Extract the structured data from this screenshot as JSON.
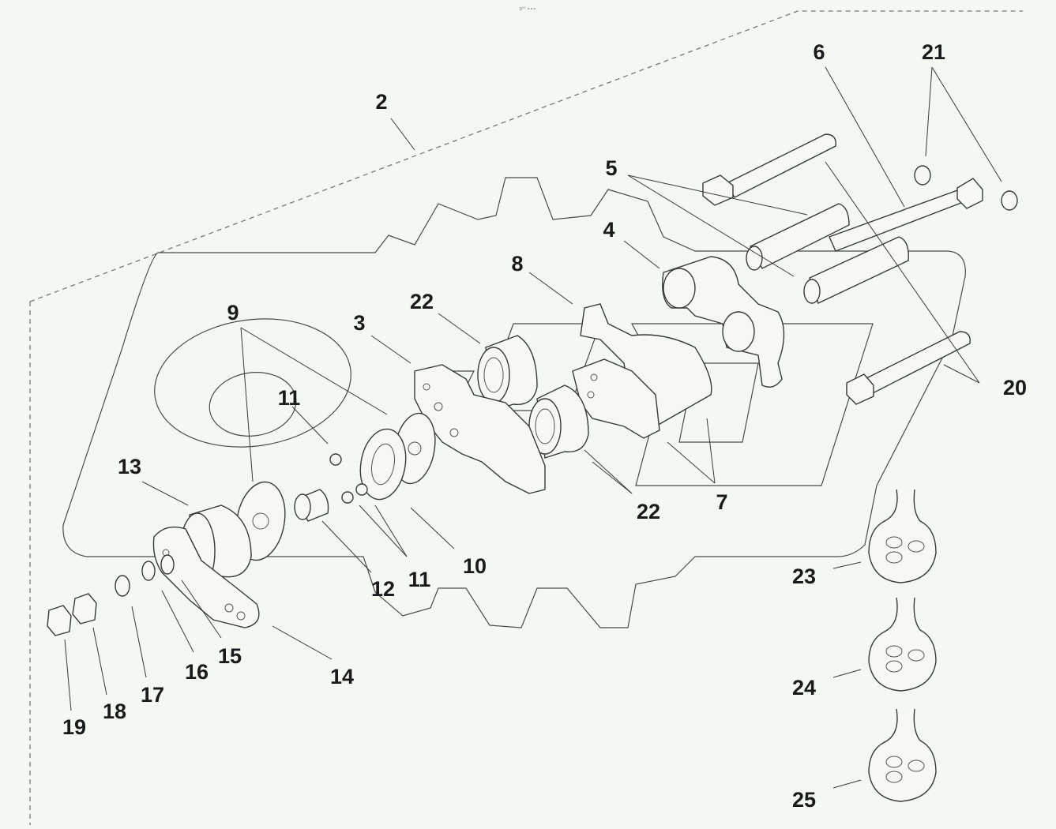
{
  "header": {
    "caption": "о°° ∘∘∘"
  },
  "callouts": [
    "2",
    "3",
    "4",
    "5",
    "6",
    "7",
    "8",
    "9",
    "10",
    "11",
    "11",
    "12",
    "13",
    "14",
    "15",
    "16",
    "17",
    "18",
    "19",
    "20",
    "21",
    "22",
    "22",
    "23",
    "24",
    "25"
  ],
  "colors": {
    "background": "#f3f8f1",
    "ink": "#1a1a1a",
    "line": "#3a3a3a"
  }
}
